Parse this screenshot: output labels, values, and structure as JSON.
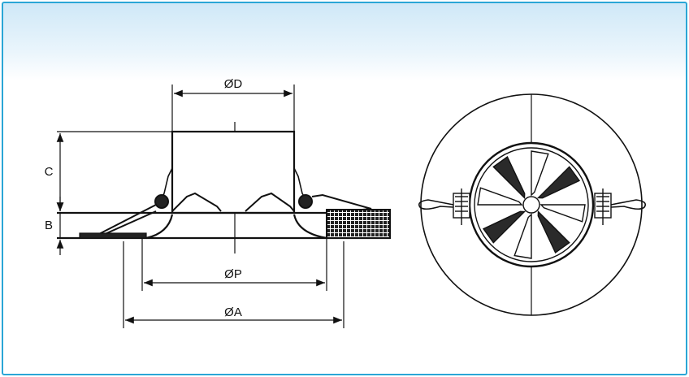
{
  "dimensions": {
    "d": "ØD",
    "c": "C",
    "b": "B",
    "p": "ØP",
    "a": "ØA"
  },
  "colors": {
    "border": "#2aa6d6",
    "header_gradient_top": "#cfe8f7",
    "line": "#111111"
  }
}
